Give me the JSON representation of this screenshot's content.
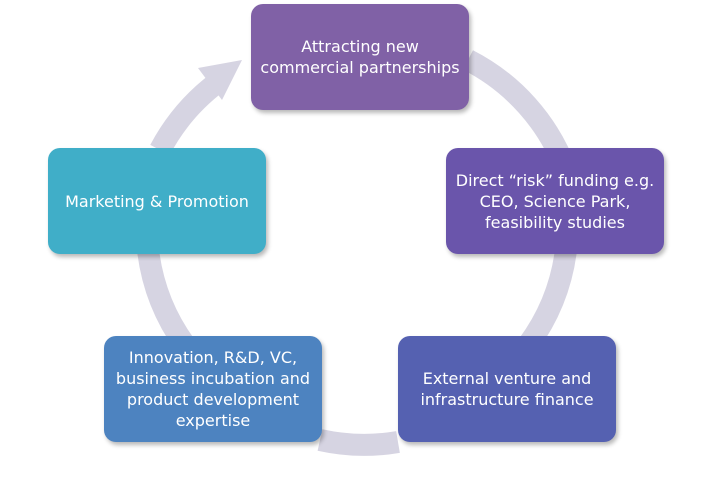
{
  "diagram": {
    "colors": {
      "ring": "#d6d4e2",
      "node_purple_light": "#8061a6",
      "node_purple": "#6a55ab",
      "node_indigo": "#5561b1",
      "node_blue": "#4d83c0",
      "node_teal": "#40aec8"
    },
    "nodes": [
      {
        "id": "attracting",
        "label": "Attracting new commercial partnerships",
        "color": "#8061a6"
      },
      {
        "id": "direct-risk",
        "label": "Direct “risk” funding e.g. CEO, Science Park, feasibility studies",
        "color": "#6a55ab"
      },
      {
        "id": "external",
        "label": "External venture and infrastructure finance",
        "color": "#5561b1"
      },
      {
        "id": "innovation",
        "label": "Innovation, R&D, VC, business incubation and product development expertise",
        "color": "#4d83c0"
      },
      {
        "id": "marketing",
        "label": "Marketing & Promotion",
        "color": "#40aec8"
      }
    ]
  }
}
